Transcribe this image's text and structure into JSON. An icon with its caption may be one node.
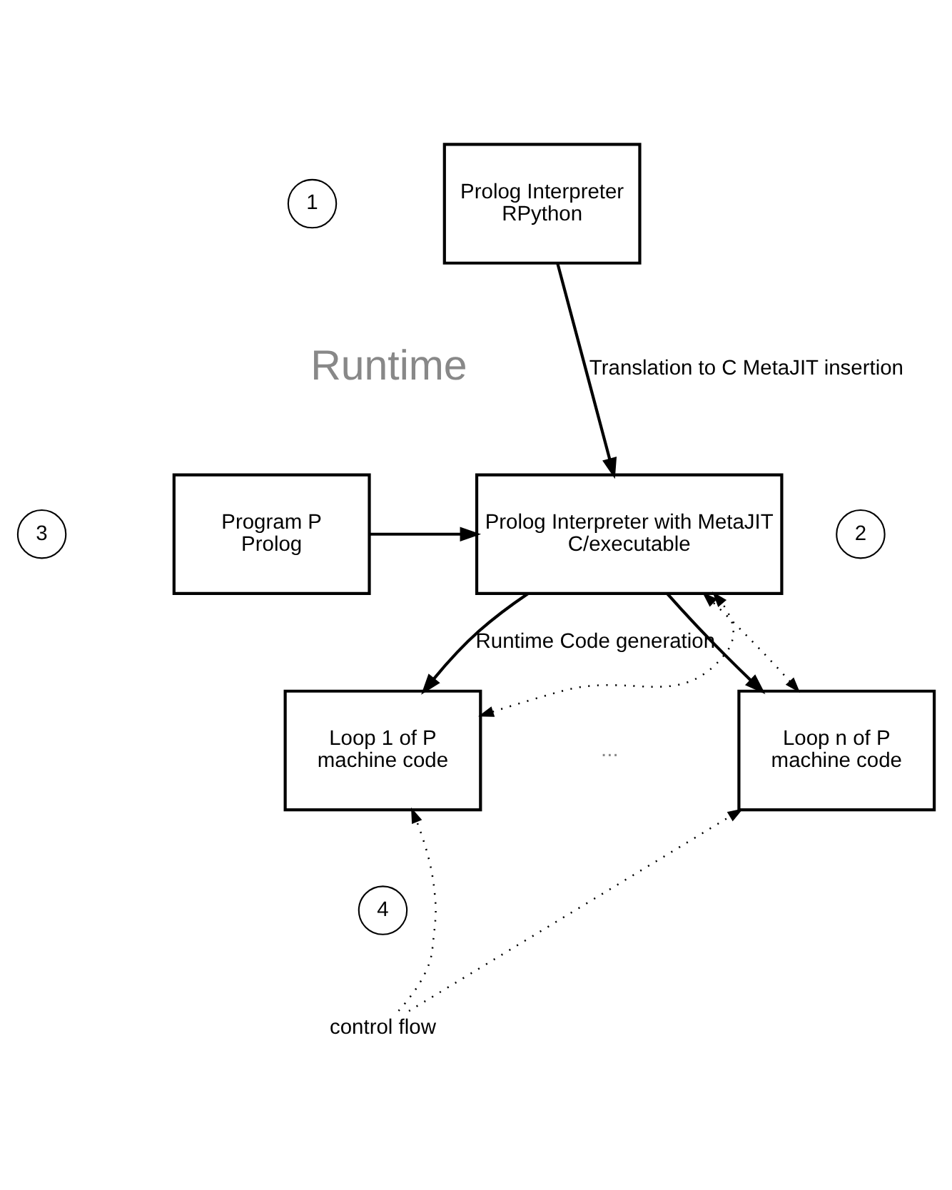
{
  "diagram": {
    "nodes": [
      {
        "text": [
          "1"
        ]
      },
      {
        "text": [
          "Prolog Interpreter",
          "RPython"
        ]
      },
      {
        "text": [
          "3"
        ]
      },
      {
        "text": [
          "Program P",
          "Prolog"
        ]
      },
      {
        "text": [
          "2"
        ]
      },
      {
        "text": [
          "Prolog Interpreter with MetaJIT",
          "C/executable"
        ]
      },
      {
        "text": [
          "Loop 1 of P",
          "machine code"
        ]
      },
      {
        "text": [
          "Loop n of P",
          "machine code"
        ]
      },
      {
        "text": [
          "4"
        ]
      },
      {
        "text": [
          "control flow"
        ]
      }
    ],
    "edges": [
      {
        "from": 1,
        "to": 5,
        "arrow": "to",
        "label": "Translation to C MetaJIT insertion"
      },
      {
        "from": 3,
        "to": 5,
        "arrow": "to"
      },
      {
        "from": 5,
        "to": 6,
        "arrow": "to",
        "label": "Runtime Code generation"
      },
      {
        "from": 5,
        "to": 7,
        "arrow": "to"
      },
      {
        "from": 6,
        "to": 5,
        "arrow": "both",
        "style": "dashed"
      },
      {
        "from": 7,
        "to": 5,
        "arrow": "both",
        "style": "dashed"
      },
      {
        "from": 9,
        "to": 6,
        "arrow": "to",
        "style": "dashed"
      },
      {
        "from": 9,
        "to": 7,
        "arrow": "to",
        "style": "dashed"
      }
    ],
    "labels": [
      "Runtime",
      "..."
    ]
  }
}
